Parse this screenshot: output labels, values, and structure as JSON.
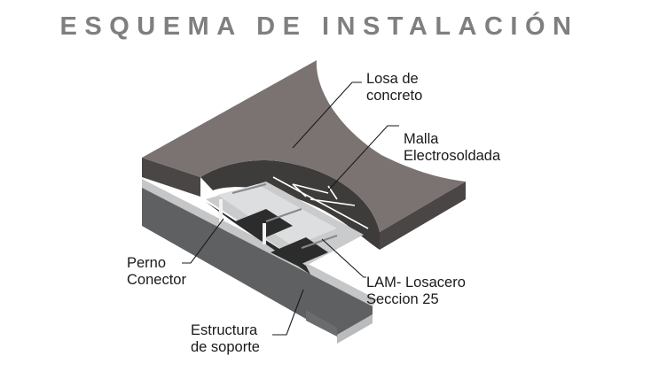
{
  "title": "ESQUEMA DE INSTALACIÓN",
  "labels": {
    "losa": [
      "Losa de",
      "concreto"
    ],
    "malla": [
      "Malla",
      "Electrosoldada"
    ],
    "perno": [
      "Perno",
      "Conector"
    ],
    "lam": [
      "LAM- Losacero",
      "Seccion 25"
    ],
    "estructura": [
      "Estructura",
      "de soporte"
    ]
  },
  "colors": {
    "title": "#7f7f7f",
    "slab_top": "#7a7371",
    "slab_side": "#4a4646",
    "beam": "#5e6062",
    "deck": "#c9cbcc"
  }
}
